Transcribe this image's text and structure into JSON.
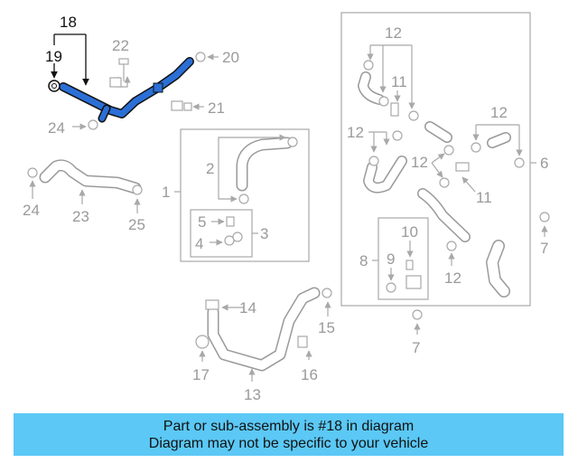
{
  "callouts": {
    "n18": "18",
    "n19": "19",
    "n20": "20",
    "n21": "21",
    "n22": "22",
    "n24a": "24",
    "n1": "1",
    "n2": "2",
    "n3": "3",
    "n4": "4",
    "n5": "5",
    "n24b": "24",
    "n23": "23",
    "n25": "25",
    "n12a": "12",
    "n11a": "11",
    "n12b": "12",
    "n12c": "12",
    "n12d": "12",
    "n11b": "11",
    "n6": "6",
    "n7a": "7",
    "n10": "10",
    "n9": "9",
    "n8": "8",
    "n12e": "12",
    "n14": "14",
    "n15": "15",
    "n7b": "7",
    "n17": "17",
    "n16": "16",
    "n13": "13"
  },
  "highlight_part": "18",
  "colors": {
    "highlight_fill": "#2b6fd6",
    "banner_bg": "#5bc8f5",
    "line_gray": "#a8a8a8",
    "text_gray": "#9a9a9a"
  },
  "banner": {
    "line1": "Part or sub-assembly is #18 in diagram",
    "line2": "Diagram may not be specific to your vehicle"
  }
}
